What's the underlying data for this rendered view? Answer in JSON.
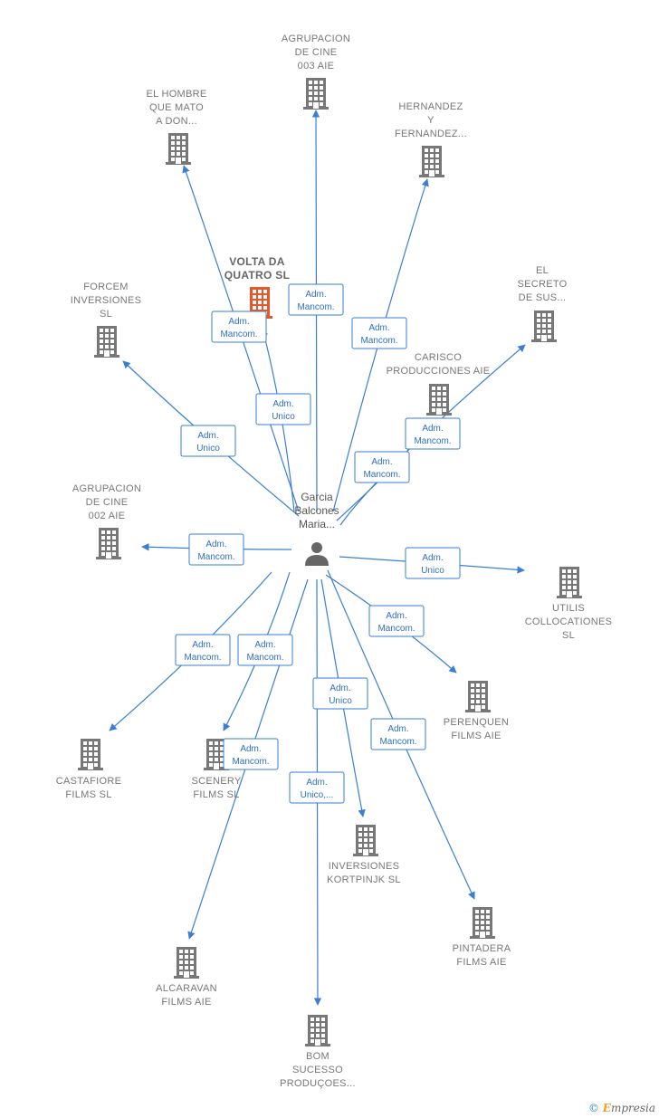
{
  "center": {
    "name_lines": [
      "Garcia",
      "Balcones",
      "Maria..."
    ],
    "icon": "person-icon"
  },
  "colors": {
    "edge": "#3a7fd5",
    "building": "#777777",
    "building_highlight": "#e8572a"
  },
  "nodes": [
    {
      "id": "agrupacion-003",
      "lines": [
        "AGRUPACION",
        "DE CINE",
        "003 AIE"
      ],
      "label_pos": "above",
      "highlight": false
    },
    {
      "id": "el-hombre",
      "lines": [
        "EL HOMBRE",
        "QUE MATO",
        "A DON..."
      ],
      "label_pos": "above",
      "highlight": false
    },
    {
      "id": "hernandez",
      "lines": [
        "HERNANDEZ",
        "Y",
        "FERNANDEZ..."
      ],
      "label_pos": "above",
      "highlight": false
    },
    {
      "id": "volta-da-quatro",
      "lines": [
        "VOLTA DA",
        "QUATRO  SL"
      ],
      "label_pos": "above",
      "highlight": true
    },
    {
      "id": "forcem",
      "lines": [
        "FORCEM",
        "INVERSIONES",
        "SL"
      ],
      "label_pos": "above",
      "highlight": false
    },
    {
      "id": "el-secreto",
      "lines": [
        "EL",
        "SECRETO",
        "DE SUS..."
      ],
      "label_pos": "above",
      "highlight": false
    },
    {
      "id": "carisco",
      "lines": [
        "CARISCO",
        "PRODUCCIONES AIE"
      ],
      "label_pos": "above",
      "highlight": false
    },
    {
      "id": "agrupacion-002",
      "lines": [
        "AGRUPACION",
        "DE CINE",
        "002 AIE"
      ],
      "label_pos": "above",
      "highlight": false
    },
    {
      "id": "utilis",
      "lines": [
        "UTILIS",
        "COLLOCATIONES",
        "SL"
      ],
      "label_pos": "below",
      "highlight": false
    },
    {
      "id": "perenquen",
      "lines": [
        "PERENQUEN",
        "FILMS AIE"
      ],
      "label_pos": "below",
      "highlight": false
    },
    {
      "id": "castafiore",
      "lines": [
        "CASTAFIORE",
        "FILMS SL"
      ],
      "label_pos": "below",
      "highlight": false
    },
    {
      "id": "scenery",
      "lines": [
        "SCENERY",
        "FILMS  SL"
      ],
      "label_pos": "below",
      "highlight": false
    },
    {
      "id": "kortpinjk",
      "lines": [
        "INVERSIONES",
        "KORTPINJK  SL"
      ],
      "label_pos": "below",
      "highlight": false
    },
    {
      "id": "pintadera",
      "lines": [
        "PINTADERA",
        "FILMS AIE"
      ],
      "label_pos": "below",
      "highlight": false
    },
    {
      "id": "alcaravan",
      "lines": [
        "ALCARAVAN",
        "FILMS AIE"
      ],
      "label_pos": "below",
      "highlight": false
    },
    {
      "id": "bom-sucesso",
      "lines": [
        "BOM",
        "SUCESSO",
        "PRODUÇOES..."
      ],
      "label_pos": "below",
      "highlight": false
    }
  ],
  "edges": [
    {
      "to": "agrupacion-003",
      "role": [
        "Adm.",
        "Mancom."
      ]
    },
    {
      "to": "el-hombre",
      "role": [
        "Adm.",
        "Mancom."
      ]
    },
    {
      "to": "hernandez",
      "role": [
        "Adm.",
        "Mancom."
      ]
    },
    {
      "to": "volta-da-quatro",
      "role": [
        "Adm.",
        "Unico"
      ]
    },
    {
      "to": "forcem",
      "role": [
        "Adm.",
        "Unico"
      ]
    },
    {
      "to": "el-secreto",
      "role": [
        "Adm.",
        "Mancom."
      ]
    },
    {
      "to": "carisco",
      "role": [
        "Adm.",
        "Mancom."
      ]
    },
    {
      "to": "agrupacion-002",
      "role": [
        "Adm.",
        "Mancom."
      ]
    },
    {
      "to": "utilis",
      "role": [
        "Adm.",
        "Unico"
      ]
    },
    {
      "to": "perenquen",
      "role": [
        "Adm.",
        "Mancom."
      ]
    },
    {
      "to": "castafiore",
      "role": [
        "Adm.",
        "Mancom."
      ]
    },
    {
      "to": "scenery",
      "role": [
        "Adm.",
        "Mancom."
      ]
    },
    {
      "to": "kortpinjk",
      "role": [
        "Adm.",
        "Unico"
      ]
    },
    {
      "to": "pintadera",
      "role": [
        "Adm.",
        "Mancom."
      ]
    },
    {
      "to": "alcaravan",
      "role": [
        "Adm.",
        "Mancom."
      ]
    },
    {
      "to": "bom-sucesso",
      "role": [
        "Adm.",
        "Unico,..."
      ]
    }
  ],
  "credit": {
    "symbol": "©",
    "brand_initial": "E",
    "brand_rest": "mpresia"
  }
}
